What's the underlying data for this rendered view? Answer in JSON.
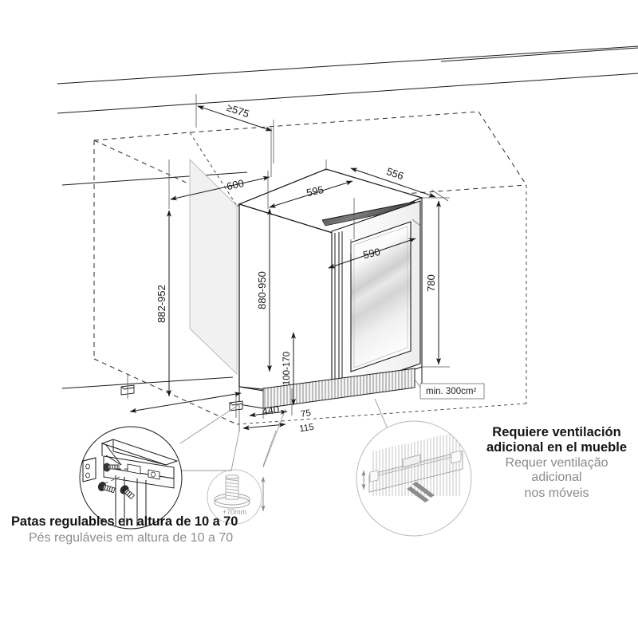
{
  "diagram": {
    "title": "Built-in wine cooler installation dimensions",
    "type": "technical-installation-drawing"
  },
  "dimensions": {
    "niche_depth_min": "≥575",
    "niche_width": "600",
    "niche_height_range": "882-952",
    "appliance_width": "595",
    "appliance_depth": "556",
    "appliance_height_range": "880-950",
    "door_glass_width": "590",
    "door_height": "780",
    "plinth_height_range": "100-170",
    "base_depth": "440",
    "offset_front_1": "75",
    "offset_front_2": "115"
  },
  "callouts": {
    "ventilation_area": "min. 300cm²",
    "leg_adjust": "+70mm"
  },
  "captions": {
    "legs": {
      "es": "Patas regulables en altura de 10 a 70",
      "pt": "Pés reguláveis em altura de 10 a 70"
    },
    "ventilation": {
      "es_line1": "Requiere ventilación",
      "es_line2": "adicional en el mueble",
      "pt_line1": "Requer ventilação adicional",
      "pt_line2": "nos móveis"
    }
  },
  "colors": {
    "line": "#1a1a1a",
    "gray_line": "#8e8e8e",
    "caption_primary": "#141414",
    "caption_secondary": "#8d8d8d",
    "niche_panel_fill": "#f2f2f2",
    "glass_light": "#ffffff",
    "glass_mid": "#d8d8d8"
  }
}
